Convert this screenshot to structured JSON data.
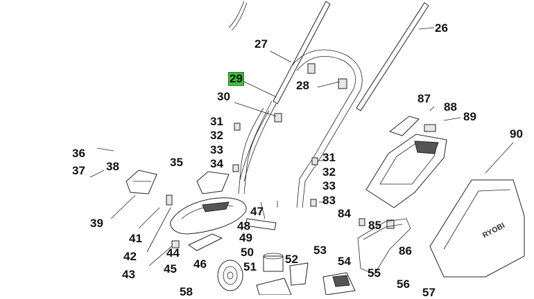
{
  "diagram": {
    "selected_callout": "29",
    "callouts": [
      {
        "id": "c26",
        "text": "26"
      },
      {
        "id": "c27",
        "text": "27"
      },
      {
        "id": "c28",
        "text": "28"
      },
      {
        "id": "c29",
        "text": "29"
      },
      {
        "id": "c30",
        "text": "30"
      },
      {
        "id": "c31a",
        "text": "31"
      },
      {
        "id": "c32a",
        "text": "32"
      },
      {
        "id": "c33a",
        "text": "33"
      },
      {
        "id": "c34",
        "text": "34"
      },
      {
        "id": "c31b",
        "text": "31"
      },
      {
        "id": "c32b",
        "text": "32"
      },
      {
        "id": "c33b",
        "text": "33"
      },
      {
        "id": "c83",
        "text": "83"
      },
      {
        "id": "c35",
        "text": "35"
      },
      {
        "id": "c36",
        "text": "36"
      },
      {
        "id": "c37",
        "text": "37"
      },
      {
        "id": "c38",
        "text": "38"
      },
      {
        "id": "c39",
        "text": "39"
      },
      {
        "id": "c41",
        "text": "41"
      },
      {
        "id": "c42",
        "text": "42"
      },
      {
        "id": "c43",
        "text": "43"
      },
      {
        "id": "c44",
        "text": "44"
      },
      {
        "id": "c45",
        "text": "45"
      },
      {
        "id": "c46",
        "text": "46"
      },
      {
        "id": "c47",
        "text": "47"
      },
      {
        "id": "c48",
        "text": "48"
      },
      {
        "id": "c49",
        "text": "49"
      },
      {
        "id": "c50",
        "text": "50"
      },
      {
        "id": "c51",
        "text": "51"
      },
      {
        "id": "c52",
        "text": "52"
      },
      {
        "id": "c53",
        "text": "53"
      },
      {
        "id": "c54",
        "text": "54"
      },
      {
        "id": "c55",
        "text": "55"
      },
      {
        "id": "c56",
        "text": "56"
      },
      {
        "id": "c57",
        "text": "57"
      },
      {
        "id": "c58",
        "text": "58"
      },
      {
        "id": "c84",
        "text": "84"
      },
      {
        "id": "c85",
        "text": "85"
      },
      {
        "id": "c86",
        "text": "86"
      },
      {
        "id": "c87",
        "text": "87"
      },
      {
        "id": "c88",
        "text": "88"
      },
      {
        "id": "c89",
        "text": "89"
      },
      {
        "id": "c90",
        "text": "90"
      }
    ],
    "brand_mark": "RYOBI"
  },
  "colors": {
    "highlight": "#3fbf3f",
    "line": "#222222",
    "background": "#ffffff"
  }
}
